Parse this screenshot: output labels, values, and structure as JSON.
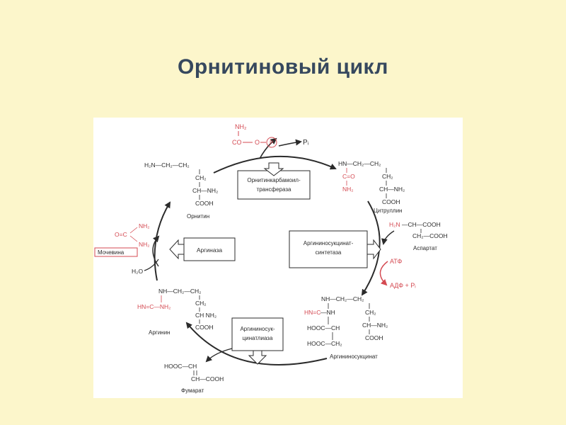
{
  "slide": {
    "title": "Орнитиновый цикл"
  },
  "diagram": {
    "enzymes": {
      "otc": [
        "Орнитинкарбамоил-",
        "трансфераза"
      ],
      "ass": [
        "Аргининосукцинат-",
        "синтетаза"
      ],
      "asl": [
        "Аргининосук-",
        "цинатлиаза"
      ],
      "arg": "Аргиназа"
    },
    "compounds": {
      "ornithine": "Орнитин",
      "citrulline": "Цитруллин",
      "aspartate": "Аспартат",
      "argininosuccinate": "Аргининосукцинат",
      "fumarate": "Фумарат",
      "arginine": "Аргинин",
      "urea": "Мочевина"
    },
    "carbamoyl_phosphate": {
      "nh2": "NH₂",
      "co": "CO",
      "o": "O",
      "p": "P",
      "pi": "Pᵢ"
    },
    "reagents": {
      "atp": "АТФ",
      "products": "АДФ + Pᵢ",
      "water": "H₂O"
    },
    "colors": {
      "accent_red": "#d44a52",
      "ink": "#2b2b2b"
    },
    "formulas": {
      "ornithine": {
        "l1": "H₂N—CH₂—CH₂",
        "l2": "CH₂",
        "l3": "CH—NH₂",
        "l4": "COOH"
      },
      "citrulline": {
        "l1": "HN—CH₂—CH₂",
        "red1": "C=O",
        "l2": "CH₂",
        "red2": "NH₂",
        "l3": "CH—NH₂",
        "l4": "COOH"
      },
      "aspartate": {
        "nh2": "H₂N",
        "l1": "—CH—COOH",
        "l2": "CH₂—COOH"
      },
      "argininosuccinate": {
        "l1": "NH—CH₂—CH₂",
        "red": "HN=C",
        "l2": "—NH",
        "l3": "CH₂",
        "l4": "HOOC—CH",
        "l5": "CH—NH₂",
        "l6": "HOOC—CH₂",
        "l7": "COOH"
      },
      "fumarate": {
        "l1": "HOOC—CH",
        "l2": "CH—COOH"
      },
      "arginine": {
        "l1": "NH—CH₂—CH₂",
        "red": "HN=C—NH₂",
        "l2": "CH₂",
        "l3": "CH  NH₂",
        "l4": "COOH"
      },
      "urea": {
        "nh2a": "NH₂",
        "oc": "O=C",
        "nh2b": "NH₂"
      }
    }
  }
}
